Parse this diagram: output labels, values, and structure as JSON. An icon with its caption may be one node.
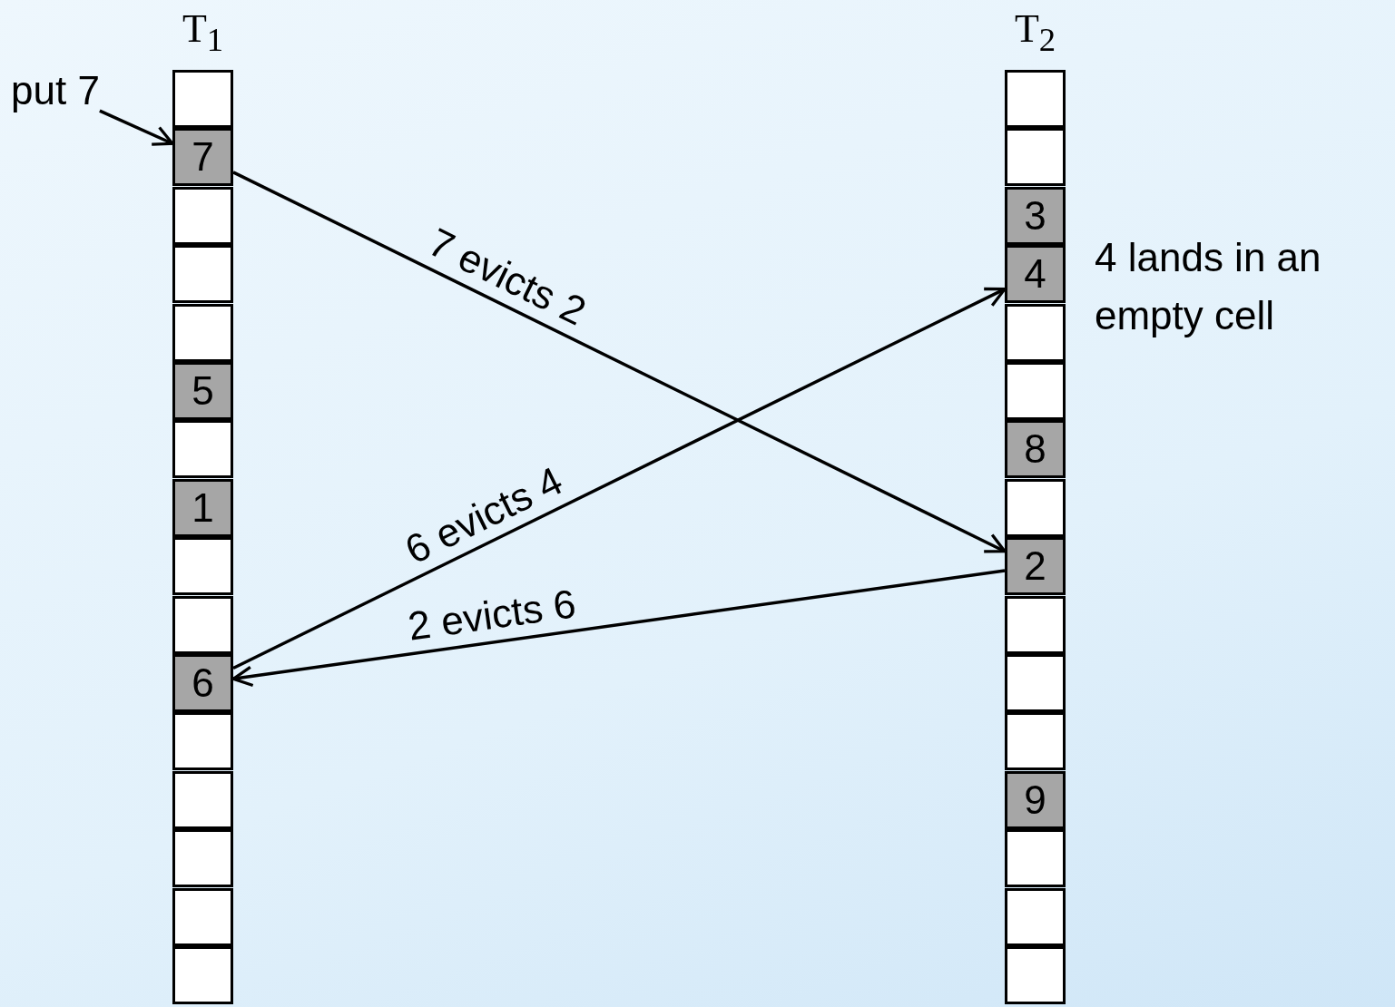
{
  "diagram": {
    "nodes": [
      {
        "text": [
          "put 7"
        ]
      },
      {
        "text": [
          "T$_{1}$"
        ]
      },
      {
        "text": [],
        "shape": "box",
        "in": 1
      },
      {
        "text": [
          "7"
        ],
        "in": 1
      },
      {
        "text": [],
        "shape": "box",
        "in": 1
      },
      {
        "text": [],
        "shape": "box",
        "in": 1
      },
      {
        "text": [],
        "shape": "box",
        "in": 1
      },
      {
        "text": [
          "5"
        ],
        "in": 1
      },
      {
        "text": [],
        "shape": "box",
        "in": 1
      },
      {
        "text": [
          "1"
        ],
        "in": 1
      },
      {
        "text": [],
        "shape": "box",
        "in": 1
      },
      {
        "text": [],
        "shape": "box",
        "in": 1
      },
      {
        "text": [
          "6"
        ],
        "in": 1
      },
      {
        "text": [],
        "shape": "box",
        "in": 1
      },
      {
        "text": [],
        "shape": "box",
        "in": 1
      },
      {
        "text": [],
        "shape": "box",
        "in": 1
      },
      {
        "text": [],
        "shape": "box",
        "in": 1
      },
      {
        "text": [],
        "shape": "box",
        "in": 1
      },
      {
        "text": [
          "T$_{2}$"
        ]
      },
      {
        "text": [],
        "shape": "box",
        "in": 18
      },
      {
        "text": [],
        "shape": "box",
        "in": 18
      },
      {
        "text": [
          "3"
        ],
        "in": 18
      },
      {
        "text": [
          "4"
        ],
        "in": 18,
        "beside": [
          "4 lands in an empty cell"
        ]
      },
      {
        "text": [],
        "shape": "box",
        "in": 18
      },
      {
        "text": [],
        "shape": "box",
        "in": 18
      },
      {
        "text": [
          "8"
        ],
        "in": 18
      },
      {
        "text": [],
        "shape": "box",
        "in": 18
      },
      {
        "text": [
          "2"
        ],
        "in": 18
      },
      {
        "text": [],
        "shape": "box",
        "in": 18
      },
      {
        "text": [],
        "shape": "box",
        "in": 18
      },
      {
        "text": [],
        "shape": "box",
        "in": 18
      },
      {
        "text": [
          "9"
        ],
        "in": 18
      },
      {
        "text": [],
        "shape": "box",
        "in": 18
      },
      {
        "text": [],
        "shape": "box",
        "in": 18
      },
      {
        "text": [],
        "shape": "box",
        "in": 18
      }
    ],
    "edges": [
      {
        "from": 0,
        "to": 3,
        "arrow": "to"
      },
      {
        "from": 3,
        "to": 27,
        "arrow": "to",
        "label": "7 evicts 2"
      },
      {
        "from": 27,
        "to": 12,
        "arrow": "to",
        "label": "2 evicts 6"
      },
      {
        "from": 12,
        "to": 22,
        "arrow": "to",
        "label": "6 evicts 4"
      }
    ]
  }
}
